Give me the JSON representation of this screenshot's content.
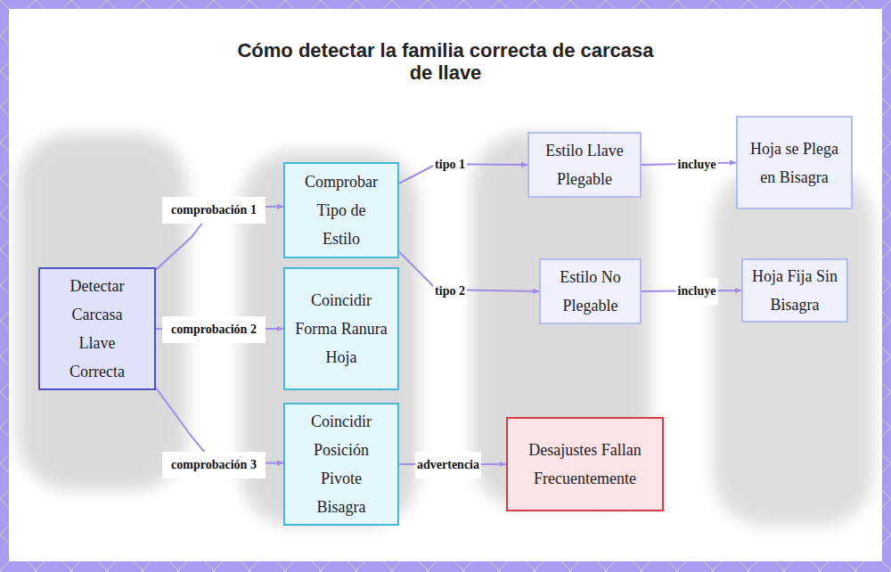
{
  "diagram": {
    "title": "Cómo detectar la familia correcta de carcasa de llave",
    "nodes": [
      {
        "text": [
          "Detectar Carcasa Llave Correcta"
        ]
      },
      {
        "text": [
          "Comprobar Tipo de Estilo"
        ]
      },
      {
        "text": [
          "Coincidir Forma Ranura Hoja"
        ]
      },
      {
        "text": [
          "Coincidir Posición Pivote Bisagra"
        ]
      },
      {
        "text": [
          "Estilo Llave Plegable"
        ]
      },
      {
        "text": [
          "Hoja se Plega en Bisagra"
        ]
      },
      {
        "text": [
          "Estilo No Plegable"
        ]
      },
      {
        "text": [
          "Hoja Fija Sin Bisagra"
        ]
      },
      {
        "text": [
          "Desajustes Fallan Frecuentemente"
        ]
      }
    ],
    "edges": [
      {
        "from": 0,
        "to": 1,
        "label": "comprobación 1",
        "arrow": "to"
      },
      {
        "from": 0,
        "to": 2,
        "label": "comprobación 2",
        "arrow": "to"
      },
      {
        "from": 0,
        "to": 3,
        "label": "comprobación 3",
        "arrow": "to"
      },
      {
        "from": 1,
        "to": 4,
        "label": "tipo 1",
        "arrow": "to"
      },
      {
        "from": 1,
        "to": 6,
        "label": "tipo 2",
        "arrow": "to"
      },
      {
        "from": 4,
        "to": 5,
        "label": "incluye",
        "arrow": "to"
      },
      {
        "from": 6,
        "to": 7,
        "label": "incluye",
        "arrow": "to"
      },
      {
        "from": 3,
        "to": 8,
        "label": "advertencia",
        "arrow": "to"
      }
    ]
  }
}
